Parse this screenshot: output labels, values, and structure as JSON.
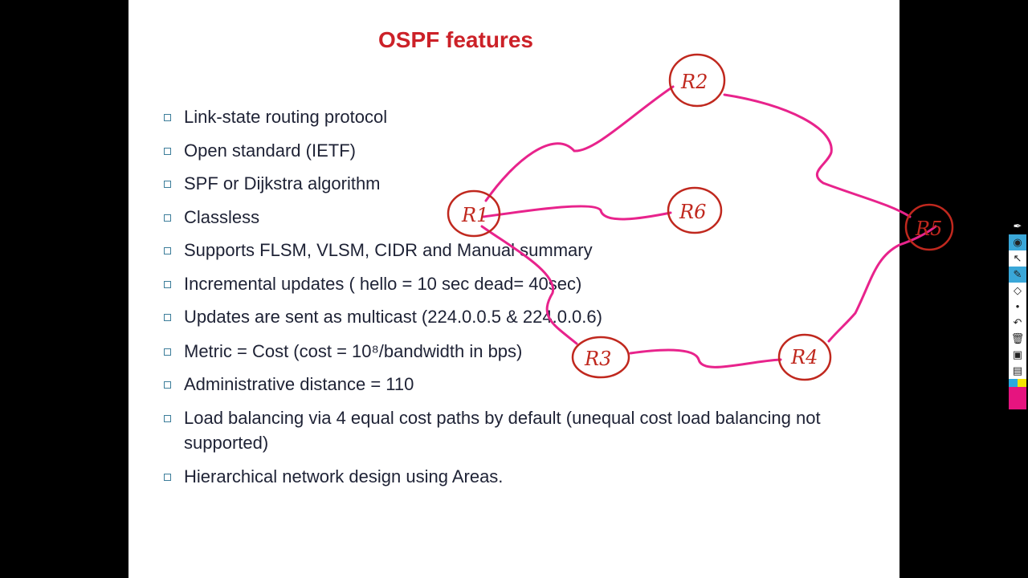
{
  "slide": {
    "title": "OSPF features",
    "bullets": [
      "Link-state routing protocol",
      "Open standard (IETF)",
      "SPF or Dijkstra algorithm",
      "Classless",
      "Supports FLSM, VLSM, CIDR and Manual summary",
      "Incremental  updates ( hello = 10 sec  dead= 40sec)",
      "Updates are sent as multicast (224.0.0.5 & 224.0.0.6)",
      "Metric = Cost (cost = 10⁸/bandwidth in bps)",
      "Administrative distance = 110",
      "Load balancing via 4 equal cost paths by default (unequal cost load balancing not supported)",
      "Hierarchical network design using Areas."
    ]
  },
  "annotations": {
    "routers": [
      "R1",
      "R2",
      "R6",
      "R5",
      "R3",
      "R4"
    ],
    "circle_color": "#c0281e",
    "link_color": "#e8238c"
  },
  "toolbar": {
    "tools": [
      "pen-icon",
      "eye-icon",
      "pointer-icon",
      "highlighter-icon",
      "eraser-icon",
      "dot-icon",
      "undo-icon",
      "trash-icon",
      "camera-icon",
      "clipboard-icon",
      "color-palette"
    ]
  }
}
